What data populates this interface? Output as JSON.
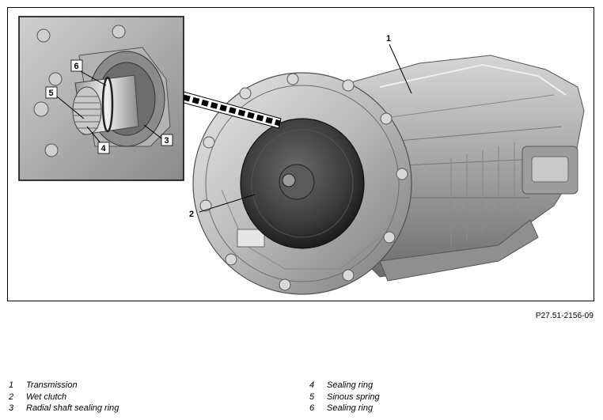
{
  "figure": {
    "code": "P27.51-2156-09",
    "callouts": {
      "c1": "1",
      "c2": "2",
      "c3": "3",
      "c4": "4",
      "c5": "5",
      "c6": "6"
    }
  },
  "legend": {
    "left": [
      {
        "num": "1",
        "text": "Transmission"
      },
      {
        "num": "2",
        "text": "Wet clutch"
      },
      {
        "num": "3",
        "text": "Radial shaft sealing ring"
      }
    ],
    "right": [
      {
        "num": "4",
        "text": "Sealing ring"
      },
      {
        "num": "5",
        "text": "Sinous spring"
      },
      {
        "num": "6",
        "text": "Sealing ring"
      }
    ]
  }
}
